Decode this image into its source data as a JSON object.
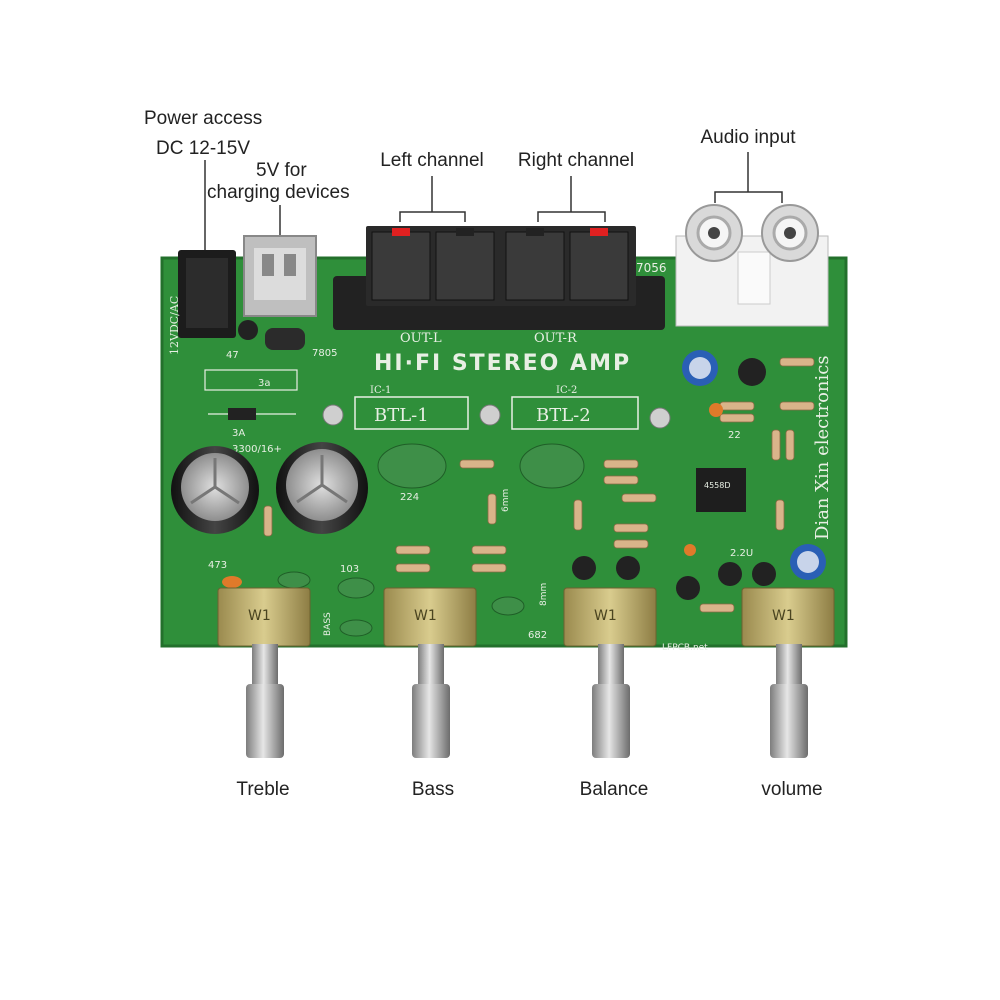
{
  "labels": {
    "power_access": "Power access",
    "dc_range": "DC 12-15V",
    "usb_5v": "5V for",
    "usb_charging": "charging devices",
    "left_channel": "Left channel",
    "right_channel": "Right channel",
    "audio_input": "Audio input",
    "treble": "Treble",
    "bass": "Bass",
    "balance": "Balance",
    "volume": "volume"
  },
  "silkscreen": {
    "title": "HI·FI STEREO AMP",
    "out_l": "OUT-L",
    "out_r": "OUT-R",
    "ic1": "IC-1",
    "ic2": "IC-2",
    "btl1": "BTL-1",
    "btl2": "BTL-2",
    "dc_in": "12VDC/AC",
    "reg": "7805",
    "cap_value": "3300/16+",
    "fuse": "3A",
    "fuse2": "3a",
    "res47": "47",
    "brand": "Dian Xin electronics",
    "cap224": "224",
    "cap103": "103",
    "cap473": "473",
    "cap682": "682",
    "opamp": "4558D",
    "corner": "7056",
    "pot": "W1",
    "c22": "22",
    "c22u": "2.2U",
    "bass_silk": "BASS",
    "fpcb": "LFPCB.net",
    "mm6": "6mm",
    "mm8": "8mm"
  },
  "colors": {
    "pcb": "#2f8f3a",
    "pcb_dark": "#23702c",
    "silk": "#e8efe4",
    "terminal": "#2a2a2a",
    "rca": "#f2f2f2",
    "cap_blue": "#2a5fb5",
    "film_cap": "#3e8f48"
  }
}
